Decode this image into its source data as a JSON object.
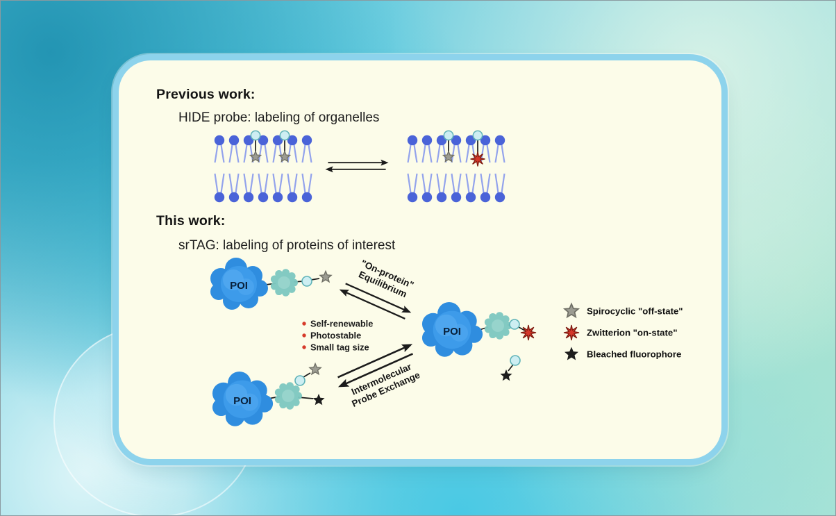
{
  "previous_work": {
    "heading": "Previous work:",
    "subtitle": "HIDE probe: labeling of organelles"
  },
  "this_work": {
    "heading": "This  work:",
    "subtitle": "srTAG: labeling of  proteins of interest"
  },
  "diagram": {
    "poi_label": "POI",
    "on_protein_equilibrium": {
      "line1": "\"On-protein\"",
      "line2": "Equilibrium"
    },
    "features": [
      "Self-renewable",
      "Photostable",
      "Small tag size"
    ],
    "probe_exchange": {
      "line1": "Intermolecular",
      "line2": "Probe Exchange"
    }
  },
  "legend": {
    "items": [
      {
        "icon": "gray-star-icon",
        "label": "Spirocyclic \"off-state\""
      },
      {
        "icon": "red-burst-icon",
        "label": "Zwitterion \"on-state\""
      },
      {
        "icon": "black-star-icon",
        "label": "Bleached fluorophore"
      }
    ]
  },
  "colors": {
    "card_background": "#FCFCE9",
    "card_border": "#8DD3EC",
    "membrane_head": "#4A63D8",
    "membrane_tail": "#93A3EC",
    "poi_blob": "#3D9BEA",
    "tag": "#7FC9C1",
    "probe_circle": "#CDEEF2",
    "gray_star": "#9C9C92",
    "red_star": "#D4372A",
    "black_star": "#1D1D1D",
    "bullet": "#D63A2A"
  }
}
